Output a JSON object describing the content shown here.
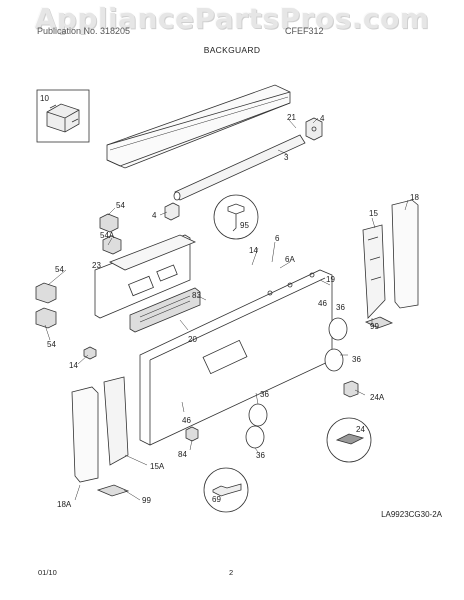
{
  "watermark": "AppliancePartsPros.com",
  "header": {
    "left": "Publication No. 318205",
    "right": "CFEF312",
    "title": "BACKGUARD"
  },
  "diagram_code": "LA9923CG30-2A",
  "footer": {
    "date": "01/10",
    "page": "2"
  },
  "callouts": {
    "c10": "10",
    "c21": "21",
    "c4a": "4",
    "c3": "3",
    "c18": "18",
    "c54a": "54",
    "c4b": "4",
    "c95": "95",
    "c15": "15",
    "c54A": "54A",
    "c6": "6",
    "c14a": "14",
    "c6A": "6A",
    "c23": "23",
    "c19": "19",
    "c54b": "54",
    "c83": "83",
    "c46a": "46",
    "c36a": "36",
    "c99a": "99",
    "c54c": "54",
    "c20": "20",
    "c14b": "14",
    "c36b": "36",
    "c36c": "36",
    "c24A": "24A",
    "c46b": "46",
    "c36d": "36",
    "c84": "84",
    "c24": "24",
    "c15A": "15A",
    "c69": "69",
    "c18A": "18A",
    "c99b": "99"
  }
}
